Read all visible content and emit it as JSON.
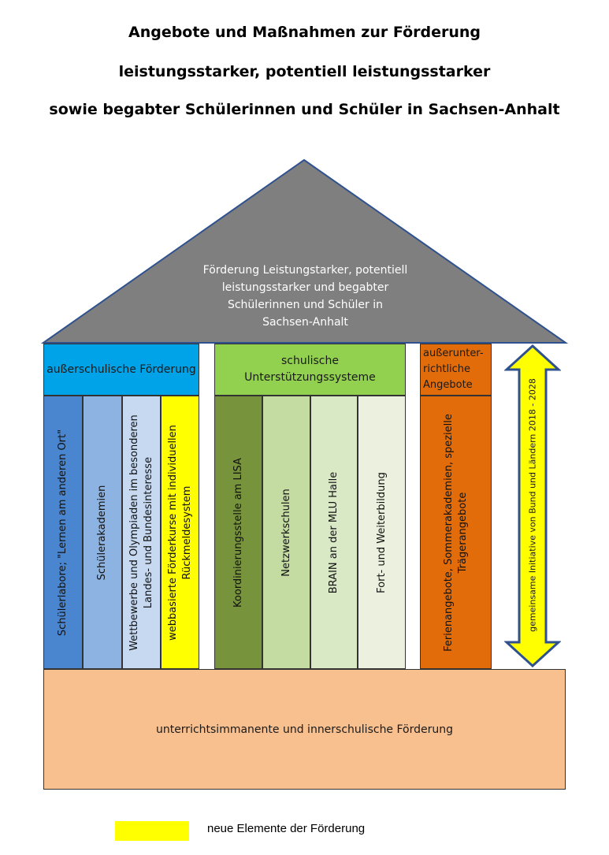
{
  "title": {
    "line1": "Angebote und Maßnahmen zur Förderung",
    "line2": "leistungsstarker, potentiell leistungsstarker",
    "line3": "sowie begabter Schülerinnen und Schüler in Sachsen-Anhalt"
  },
  "roof": {
    "lines": [
      "Förderung  Leistungstarker, potentiell",
      "leistungsstarker und begabter",
      "Schülerinnen  und Schüler in",
      "Sachsen-Anhalt"
    ]
  },
  "headers": {
    "ausserschulisch": "außerschulische Förderung",
    "schulisch": [
      "schulische",
      "Unterstützungssysteme"
    ],
    "ausserunterrichtlich": [
      "außerunter-",
      "richtliche",
      "Angebote"
    ]
  },
  "pillars": {
    "schuelerlabore": [
      "Schülerlabore; \"Lernen am anderen Ort\""
    ],
    "schuelerakademien": [
      "Schülerakademien"
    ],
    "wettbewerbe": [
      "Wettbewerbe und Olympiaden im besonderen",
      "Landes- und Bundesinteresse"
    ],
    "webbasiert": [
      "webbasierte Förderkurse mit individuellen",
      "Rückmeldesystem"
    ],
    "koordinierung": [
      "Koordinierungsstelle am LISA"
    ],
    "netzwerkschulen": [
      "Netzwerkschulen"
    ],
    "brain": [
      "BRAIN an der MLU Halle"
    ],
    "fortbildung": [
      "Fort- und Weiterbildung"
    ],
    "ferienangebote": [
      "Ferienangebote, Sommerakademien, spezielle",
      "Trägerangebote"
    ]
  },
  "arrow_label": "gemeinsame  Initiative von Bund und Ländern 2018 - 2028",
  "base_label": "unterrichtsimmanente und innerschulische Förderung",
  "legend": {
    "label": "neue Elemente der Förderung"
  },
  "colors": {
    "roof": "#7f7f7f",
    "ausserschulisch_header": "#00a3e8",
    "schulisch_header": "#92d050",
    "ausserunterrichtlich": "#e36c0a",
    "new_elements": "#ffff00",
    "base": "#f8bf8f",
    "arrow": "#ffff00"
  }
}
